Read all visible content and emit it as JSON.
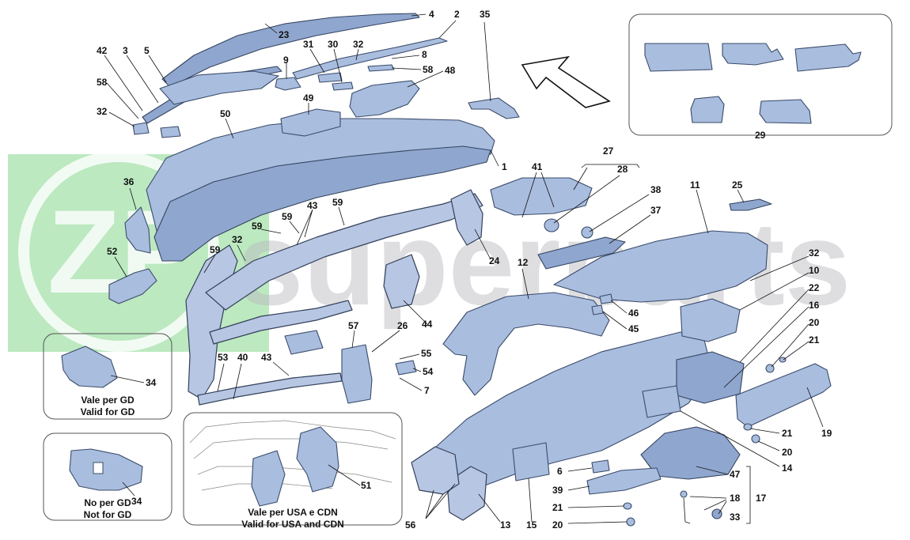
{
  "watermark": {
    "text": "superparts",
    "logo_letters": "ZP",
    "green": "#3fbf4a"
  },
  "labels": {
    "n1": "1",
    "n2": "2",
    "n3": "3",
    "n4": "4",
    "n5": "5",
    "n6": "6",
    "n7": "7",
    "n8": "8",
    "n9": "9",
    "n10": "10",
    "n11": "11",
    "n12": "12",
    "n13": "13",
    "n14": "14",
    "n15": "15",
    "n16": "16",
    "n17": "17",
    "n18": "18",
    "n19": "19",
    "n20a": "20",
    "n20b": "20",
    "n20c": "20",
    "n21a": "21",
    "n21b": "21",
    "n21c": "21",
    "n22": "22",
    "n23": "23",
    "n24": "24",
    "n25": "25",
    "n26": "26",
    "n27": "27",
    "n28": "28",
    "n29": "29",
    "n30": "30",
    "n31": "31",
    "n32a": "32",
    "n32b": "32",
    "n32c": "32",
    "n32d": "32",
    "n33": "33",
    "n34a": "34",
    "n34b": "34",
    "n35": "35",
    "n36": "36",
    "n37": "37",
    "n38": "38",
    "n39": "39",
    "n40": "40",
    "n41": "41",
    "n42": "42",
    "n43a": "43",
    "n43b": "43",
    "n44": "44",
    "n45": "45",
    "n46": "46",
    "n47": "47",
    "n48": "48",
    "n49": "49",
    "n50": "50",
    "n51": "51",
    "n52": "52",
    "n53": "53",
    "n54": "54",
    "n55": "55",
    "n56": "56",
    "n57": "57",
    "n58a": "58",
    "n58b": "58",
    "n59a": "59",
    "n59b": "59",
    "n59c": "59",
    "n59d": "59"
  },
  "captions": {
    "gd_it": "Vale per GD",
    "gd_en": "Valid for GD",
    "nogd_it": "No per GD",
    "nogd_en": "Not for GD",
    "usa_it": "Vale per USA e CDN",
    "usa_en": "Valid for USA and CDN"
  }
}
